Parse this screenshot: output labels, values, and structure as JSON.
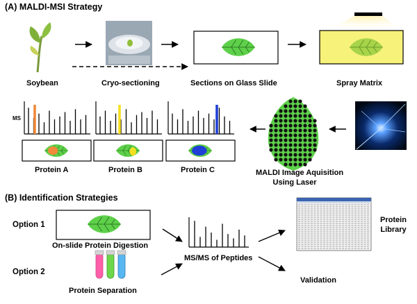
{
  "section_a": {
    "title": "(A) MALDI-MSI Strategy",
    "steps": {
      "soybean": "Soybean",
      "cryo": "Cryo-sectioning",
      "glass_slide": "Sections on Glass Slide",
      "spray": "Spray Matrix",
      "maldi_line1": "MALDI Image Aquisition",
      "maldi_line2": "Using Laser"
    },
    "ms_label": "MS",
    "proteins": [
      {
        "name": "Protein A",
        "color": "#f08a3a"
      },
      {
        "name": "Protein B",
        "color": "#f7e021"
      },
      {
        "name": "Protein C",
        "color": "#1f3fd6"
      }
    ]
  },
  "section_b": {
    "title": "(B) Identification Strategies",
    "option1": "Option 1",
    "option2": "Option 2",
    "on_slide": "On-slide Protein Digestion",
    "separation": "Protein Separation",
    "msms": "MS/MS of Peptides",
    "library_line1": "Protein",
    "library_line2": "Library",
    "validation": "Validation"
  },
  "colors": {
    "leaf": "#5ed04a",
    "leaf_vein": "#2e7d23",
    "matrix": "#f7f27a",
    "maldi_dots": "#111111"
  }
}
